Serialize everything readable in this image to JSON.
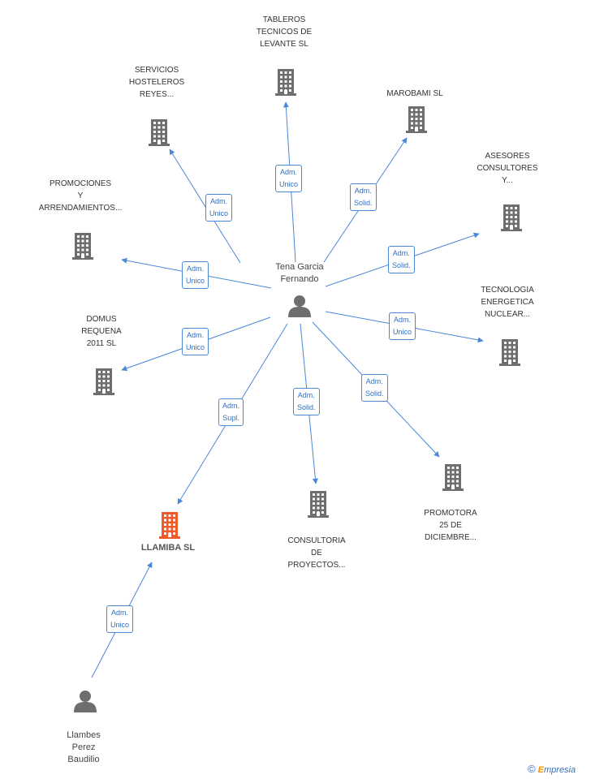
{
  "diagram": {
    "people": [
      {
        "id": "tena",
        "label": "Tena Garcia\nFernando"
      },
      {
        "id": "llambes",
        "label": "Llambes\nPerez\nBaudilio"
      }
    ],
    "companies": [
      {
        "id": "tableros",
        "label": "TABLEROS\nTECNICOS DE\nLEVANTE SL",
        "highlight": false
      },
      {
        "id": "servicios",
        "label": "SERVICIOS\nHOSTELEROS\nREYES...",
        "highlight": false
      },
      {
        "id": "marobami",
        "label": "MAROBAMI SL",
        "highlight": false
      },
      {
        "id": "asesores",
        "label": "ASESORES\nCONSULTORES\nY...",
        "highlight": false
      },
      {
        "id": "promociones",
        "label": "PROMOCIONES\nY\nARRENDAMIENTOS...",
        "highlight": false
      },
      {
        "id": "tecnologia",
        "label": "TECNOLOGIA\nENERGETICA\nNUCLEAR...",
        "highlight": false
      },
      {
        "id": "domus",
        "label": "DOMUS\nREQUENA\n2011 SL",
        "highlight": false
      },
      {
        "id": "promotora",
        "label": "PROMOTORA\n25 DE\nDICIEMBRE...",
        "highlight": false
      },
      {
        "id": "consultoria",
        "label": "CONSULTORIA\nDE\nPROYECTOS...",
        "highlight": false
      },
      {
        "id": "llamiba",
        "label": "LLAMIBA SL",
        "highlight": true
      }
    ],
    "relations": [
      {
        "from": "tena",
        "to": "tableros",
        "label": "Adm.\nUnico"
      },
      {
        "from": "tena",
        "to": "servicios",
        "label": "Adm.\nUnico"
      },
      {
        "from": "tena",
        "to": "marobami",
        "label": "Adm.\nSolid."
      },
      {
        "from": "tena",
        "to": "asesores",
        "label": "Adm.\nSolid."
      },
      {
        "from": "tena",
        "to": "promociones",
        "label": "Adm.\nUnico"
      },
      {
        "from": "tena",
        "to": "tecnologia",
        "label": "Adm.\nUnico"
      },
      {
        "from": "tena",
        "to": "domus",
        "label": "Adm.\nUnico"
      },
      {
        "from": "tena",
        "to": "promotora",
        "label": "Adm.\nSolid."
      },
      {
        "from": "tena",
        "to": "consultoria",
        "label": "Adm.\nSolid."
      },
      {
        "from": "tena",
        "to": "llamiba",
        "label": "Adm.\nSupl."
      },
      {
        "from": "llambes",
        "to": "llamiba",
        "label": "Adm.\nUnico"
      }
    ],
    "colors": {
      "edge": "#4a88d6",
      "building": "#6e6e6e",
      "highlight": "#f05a28",
      "person": "#6e6e6e"
    }
  },
  "footer": {
    "copyright": "©",
    "brand_initial": "E",
    "brand_rest": "mpresia"
  }
}
